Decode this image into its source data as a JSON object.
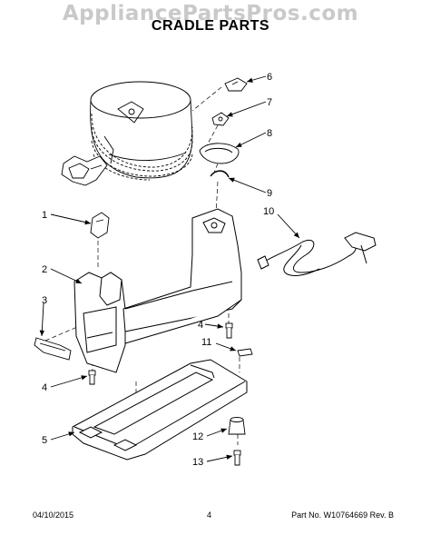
{
  "header": {
    "watermark": "AppliancePartsPros.com",
    "title": "CRADLE PARTS"
  },
  "callouts": {
    "c1": "1",
    "c2": "2",
    "c3": "3",
    "c4a": "4",
    "c4b": "4",
    "c5": "5",
    "c6": "6",
    "c7": "7",
    "c8": "8",
    "c9": "9",
    "c10": "10",
    "c11": "11",
    "c12": "12",
    "c13": "13"
  },
  "footer": {
    "date": "04/10/2015",
    "page": "4",
    "part": "Part No. W10764669  Rev. B"
  }
}
